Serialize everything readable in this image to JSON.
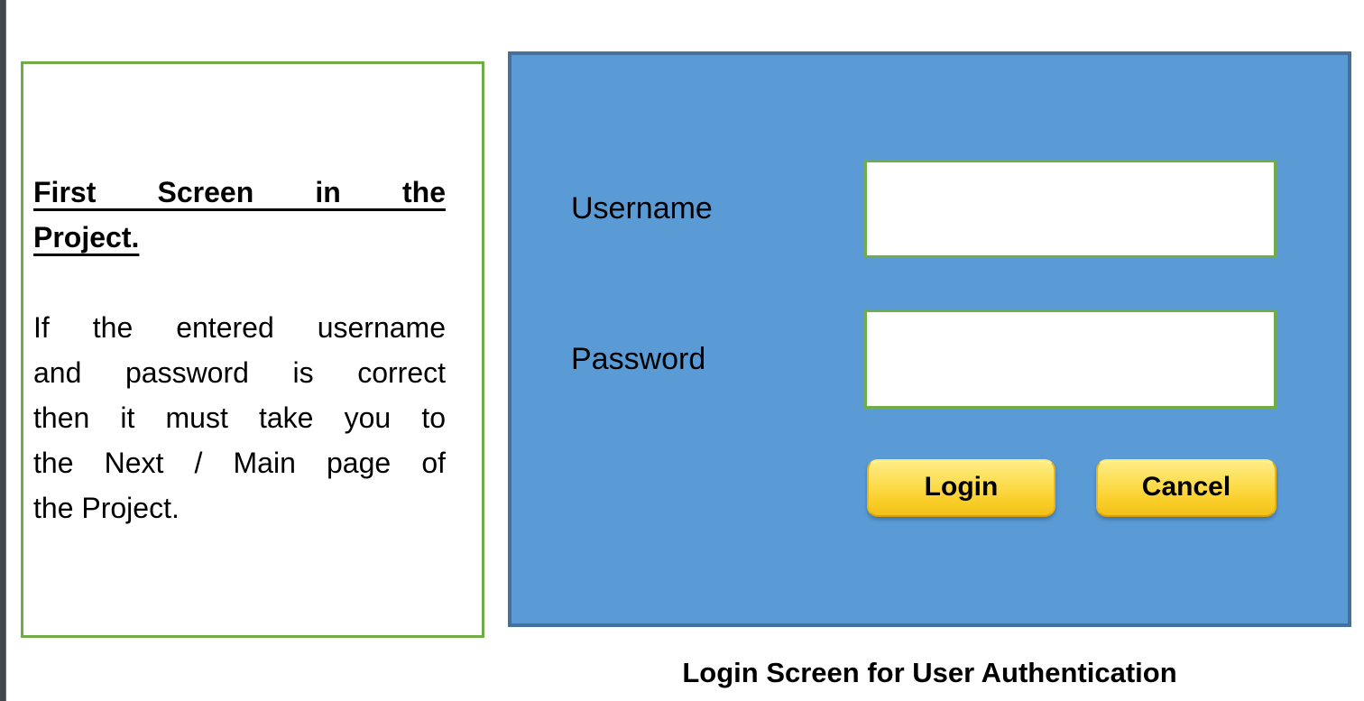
{
  "left_note": {
    "heading_lines": [
      "First Screen in the",
      "Project."
    ],
    "body_lines": [
      "If the entered username",
      "and password is correct",
      "then it must take you to",
      "the Next / Main page of",
      "the Project."
    ]
  },
  "login_panel": {
    "username_label": "Username",
    "username_value": "",
    "password_label": "Password",
    "password_value": "",
    "buttons": {
      "login": "Login",
      "cancel": "Cancel"
    }
  },
  "caption": "Login Screen for User Authentication",
  "colors": {
    "page_bg": "#FFFFFF",
    "edge_strip": "#42474E",
    "panel_fill": "#5B9BD5",
    "panel_border": "#41719C",
    "accent_green": "#70AD47",
    "button_yellow_top": "#FEEC86",
    "button_yellow_bottom": "#F2C119",
    "text": "#000000"
  }
}
